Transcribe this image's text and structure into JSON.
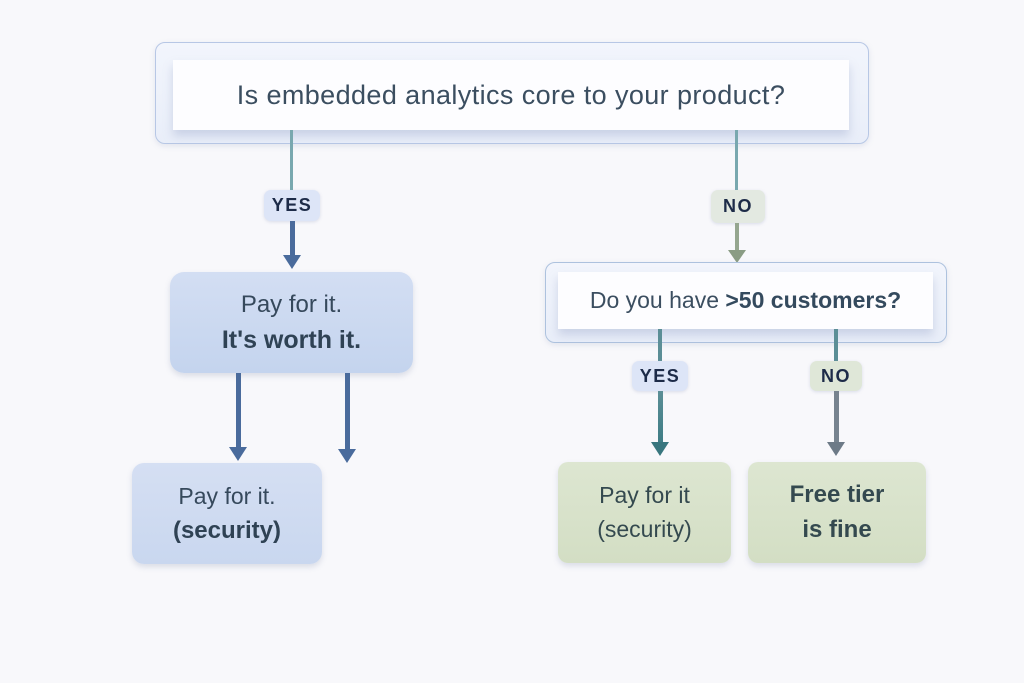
{
  "colors": {
    "background": "#f8f8fb",
    "card_border": "#b7c7e5",
    "card_fill": "#edf2fa",
    "inner_card_fill": "#fdfdff",
    "teal_connector": "#79a8af",
    "slate_arrow": "#4a6b9c",
    "sage_gray_arrow": "#8a9c84",
    "teal_arrow": "#4e868e",
    "gray_arrow": "#77838f",
    "blue_node_fill": "#c8d6ee",
    "green_node_fill": "#d7e1c9",
    "yes_badge_fill": "#dde5f7",
    "no_badge_fill": "#e3e9e1",
    "no_badge2_fill": "#dfe7d8",
    "question_text": "#3b4e60",
    "node_text": "#36495c",
    "badge_text": "#1d2b48"
  },
  "nodes": {
    "root_question": "Is embedded analytics core to your product?",
    "yes1": "YES",
    "no1": "NO",
    "pay_worth_line1": "Pay for it.",
    "pay_worth_line2": "It's worth it.",
    "question2_regular": "Do you have ",
    "question2_bold": ">50 customers?",
    "yes2": "YES",
    "no2": "NO",
    "pay_security_blue_line1": "Pay for it.",
    "pay_security_blue_line2": "(security)",
    "pay_security_green_line1": "Pay for it",
    "pay_security_green_line2": "(security)",
    "free_tier_line1": "Free tier",
    "free_tier_line2": "is fine"
  }
}
